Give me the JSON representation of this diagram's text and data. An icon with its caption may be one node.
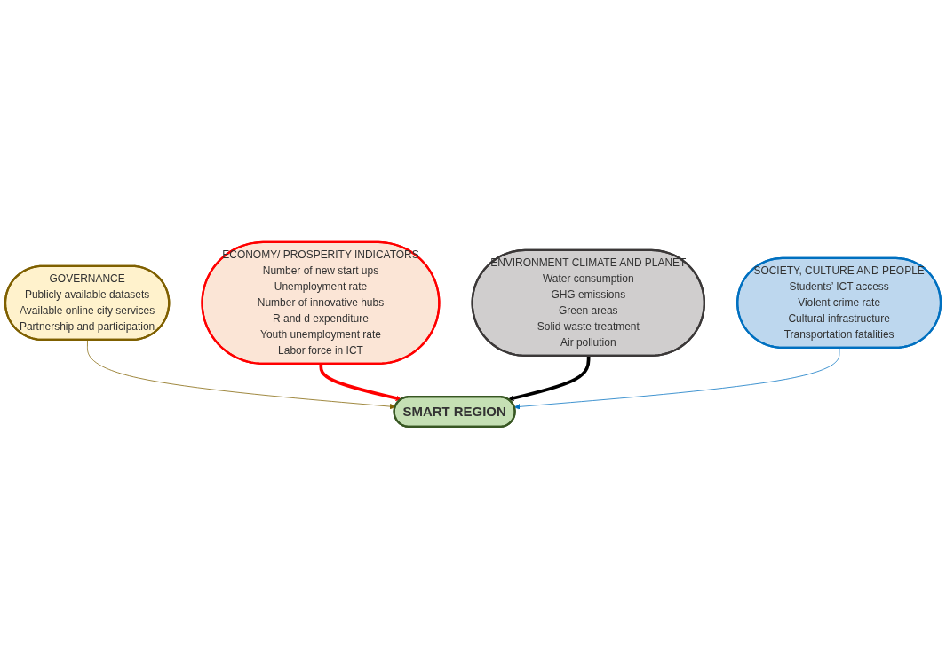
{
  "diagram": {
    "nodes": [
      {
        "text": [
          "GOVERNANCE",
          "Publicly available datasets",
          "Available online city services",
          "Partnership and participation"
        ]
      },
      {
        "text": [
          "ECONOMY/ PROSPERITY INDICATORS",
          "Number of new start ups",
          "Unemployment rate",
          "Number of innovative hubs",
          "R and d expenditure",
          "Youth unemployment rate",
          "Labor force in ICT"
        ]
      },
      {
        "text": [
          "SMART REGION"
        ]
      },
      {
        "text": [
          "ENVIRONMENT CLIMATE AND PLANET",
          "Water consumption",
          "GHG emissions",
          "Green areas",
          "Solid waste treatment",
          "Air pollution"
        ]
      },
      {
        "text": [
          "SOCIETY, CULTURE AND PEOPLE",
          "Students’ ICT access",
          "Violent crime rate",
          "Cultural infrastructure",
          "Transportation fatalities"
        ]
      }
    ],
    "edges": [
      {
        "from": 0,
        "to": 2,
        "arrow": "to",
        "color": "#7f6000"
      },
      {
        "from": 1,
        "to": 2,
        "arrow": "to",
        "style": "thick",
        "color": "#ff0000"
      },
      {
        "from": 3,
        "to": 2,
        "arrow": "to",
        "style": "thick",
        "color": "#000000"
      },
      {
        "from": 4,
        "to": 2,
        "arrow": "to",
        "color": "#0070c0"
      }
    ]
  }
}
